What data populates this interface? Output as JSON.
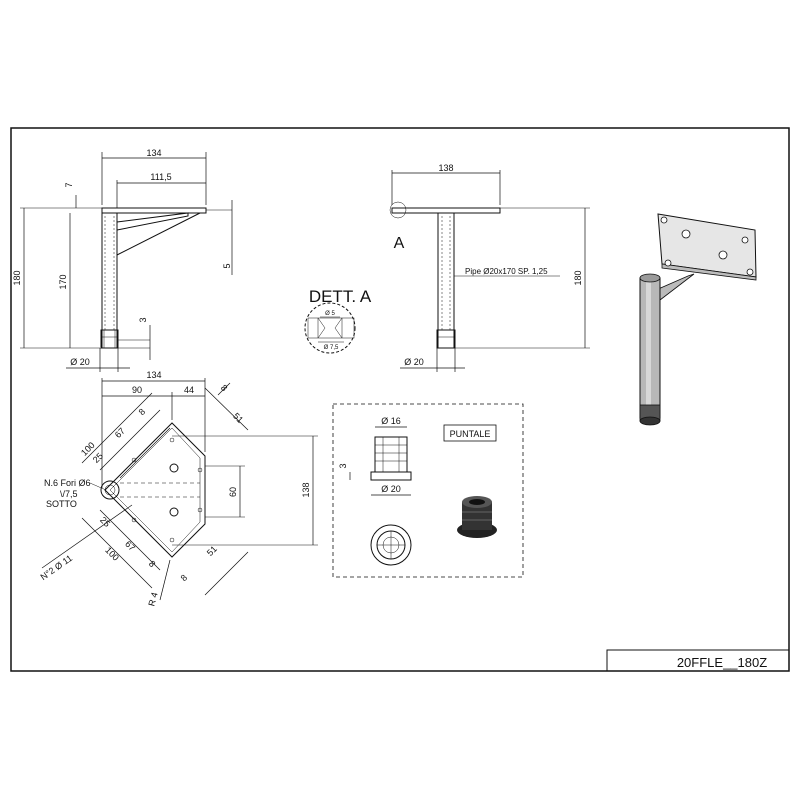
{
  "title_block": {
    "code": "20FFLE__180Z"
  },
  "side_view": {
    "dim_top_width": "134",
    "dim_plate_width": "111,5",
    "dim_plate_thickness": "7",
    "dim_total_height": "180",
    "dim_pipe_height": "170",
    "dim_bracket": "5",
    "dim_cap": "3",
    "dim_diameter": "Ø 20"
  },
  "front_view": {
    "dim_width": "138",
    "dim_height": "180",
    "pipe_label": "Pipe Ø20x170 SP.  1,25",
    "detail_marker": "A",
    "dim_diameter": "Ø 20"
  },
  "detail_a": {
    "title": "DETT. A",
    "dim_inner": "Ø 5",
    "dim_outer": "Ø 7,5"
  },
  "plan_view": {
    "dim_134": "134",
    "dim_90": "90",
    "dim_44": "44",
    "dim_8_top": "8",
    "dim_51_top": "51",
    "dim_100_top": "100",
    "dim_67_top": "67",
    "dim_25_top": "25",
    "dim_8_inner_top": "8",
    "dim_60": "60",
    "dim_138": "138",
    "dim_25_bot": "25",
    "dim_67_bot": "67",
    "dim_100_bot": "100",
    "dim_8_inner_bot": "8",
    "dim_51_bot": "51",
    "dim_8_bot": "8",
    "dim_r4": "R 4",
    "holes_line1": "N.6 Fori Ø6",
    "holes_line2": "\\/7,5",
    "holes_line3": "SOTTO",
    "holes_n2": "N°2 Ø 11"
  },
  "puntale": {
    "label": "PUNTALE",
    "dim_16": "Ø 16",
    "dim_3": "3",
    "dim_20": "Ø 20"
  }
}
